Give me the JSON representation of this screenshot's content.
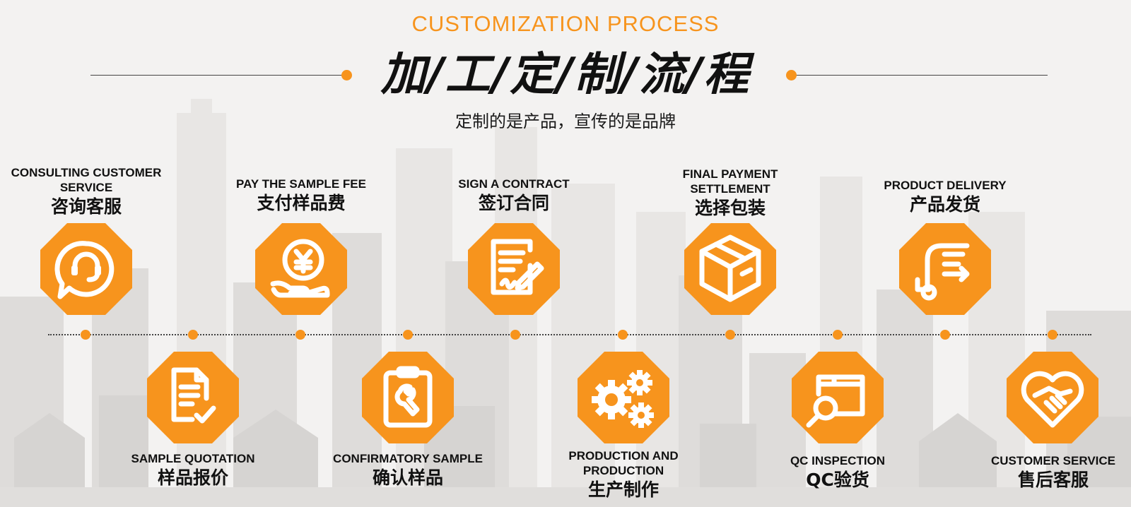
{
  "header": {
    "subtitle_en": "CUSTOMIZATION PROCESS",
    "title_cn": "加/工/定/制/流/程",
    "slogan": "定制的是产品，宣传的是品牌"
  },
  "colors": {
    "accent": "#f7941d",
    "text": "#111111",
    "background": "#f3f2f1"
  },
  "steps": [
    {
      "en": "CONSULTING CUSTOMER SERVICE",
      "cn": "咨询客服",
      "icon": "headset-chat-icon"
    },
    {
      "en": "SAMPLE QUOTATION",
      "cn": "样品报价",
      "icon": "document-check-icon"
    },
    {
      "en": "PAY THE SAMPLE FEE",
      "cn": "支付样品费",
      "icon": "yen-coin-hand-icon"
    },
    {
      "en": "CONFIRMATORY SAMPLE",
      "cn": "确认样品",
      "icon": "clipboard-wrench-icon"
    },
    {
      "en": "SIGN A CONTRACT",
      "cn": "签订合同",
      "icon": "contract-pen-icon"
    },
    {
      "en": "PRODUCTION AND PRODUCTION",
      "cn": "生产制作",
      "icon": "gears-icon"
    },
    {
      "en": "FINAL PAYMENT SETTLEMENT",
      "cn": "选择包装",
      "icon": "package-box-icon"
    },
    {
      "en": "QC INSPECTION",
      "cn": "QC验货",
      "icon": "box-magnifier-icon"
    },
    {
      "en": "PRODUCT DELIVERY",
      "cn": "产品发货",
      "icon": "delivery-trolley-icon"
    },
    {
      "en": "CUSTOMER SERVICE",
      "cn": "售后客服",
      "icon": "heart-handshake-icon"
    }
  ]
}
